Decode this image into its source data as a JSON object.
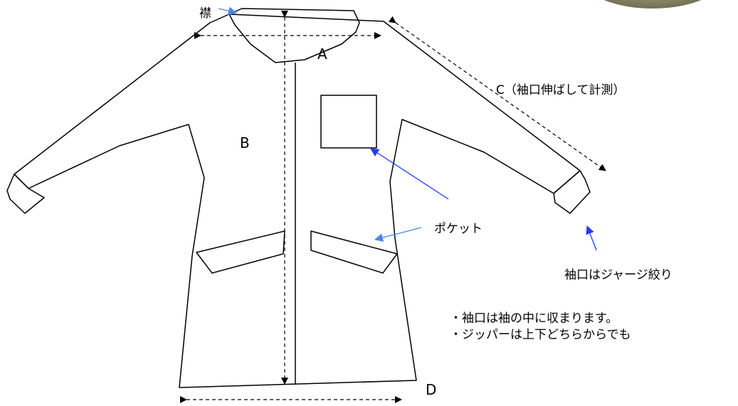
{
  "labels": {
    "collar": "襟",
    "a": "A",
    "b": "B",
    "c": "C（袖口伸ばして計測）",
    "d": "D",
    "pocket": "ポケット",
    "cuff": "袖口はジャージ絞り"
  },
  "notes": [
    "・袖口は袖の中に収まります。",
    "・ジッパーは上下どちらからでも"
  ],
  "colors": {
    "outline": "#000000",
    "pointer_arrow": "#1f3cff",
    "collar_arrow": "#4a86e8",
    "fabric": "#8e8c6c"
  }
}
